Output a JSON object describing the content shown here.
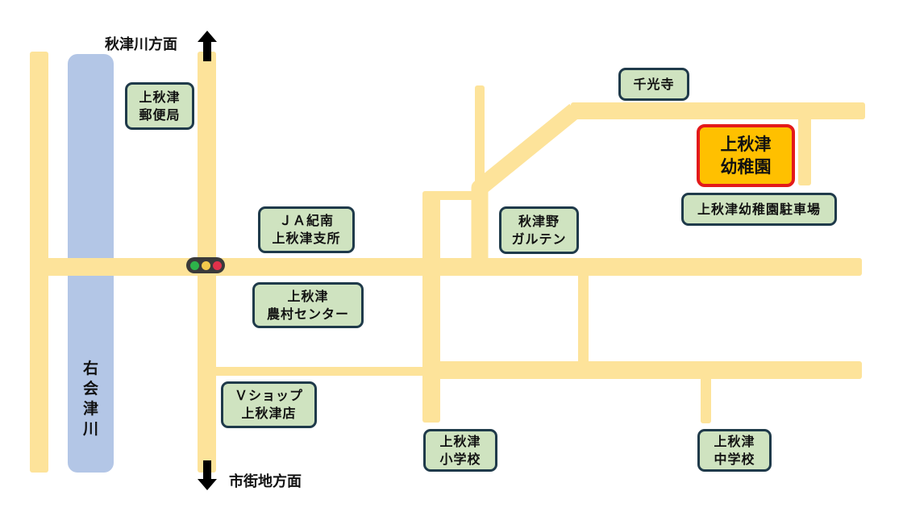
{
  "map": {
    "title_direction_north": "秋津川方面",
    "title_direction_south": "市街地方面",
    "river": {
      "name": "右会津川",
      "chars": [
        "右",
        "会",
        "津",
        "川"
      ],
      "color": "#B3C6E6"
    },
    "road_color": "#FDE39A",
    "traffic_signal": {
      "lamps": [
        {
          "name": "green",
          "color": "#2DB34A"
        },
        {
          "name": "yellow",
          "color": "#F2C94C"
        },
        {
          "name": "red",
          "color": "#E0314B"
        }
      ]
    },
    "destination": {
      "lines": [
        "上秋津",
        "幼稚園"
      ],
      "fill": "#FFC000",
      "border": "#E31A1A"
    },
    "landmarks": [
      {
        "id": "post-office",
        "lines": [
          "上秋津",
          "郵便局"
        ]
      },
      {
        "id": "ja-branch",
        "lines": [
          "ＪＡ紀南",
          "上秋津支所"
        ]
      },
      {
        "id": "farm-center",
        "lines": [
          "上秋津",
          "農村センター"
        ]
      },
      {
        "id": "v-shop",
        "lines": [
          "Ｖショップ",
          "上秋津店"
        ]
      },
      {
        "id": "akizuno-garten",
        "lines": [
          "秋津野",
          "ガルテン"
        ]
      },
      {
        "id": "senkoji",
        "lines": [
          "千光寺"
        ]
      },
      {
        "id": "kindergarten-parking",
        "lines": [
          "上秋津幼稚園駐車場"
        ]
      },
      {
        "id": "elementary-school",
        "lines": [
          "上秋津",
          "小学校"
        ]
      },
      {
        "id": "junior-high-school",
        "lines": [
          "上秋津",
          "中学校"
        ]
      }
    ],
    "label_colors": {
      "fill": "#CFE3C0",
      "border": "#1F3A4A"
    }
  }
}
